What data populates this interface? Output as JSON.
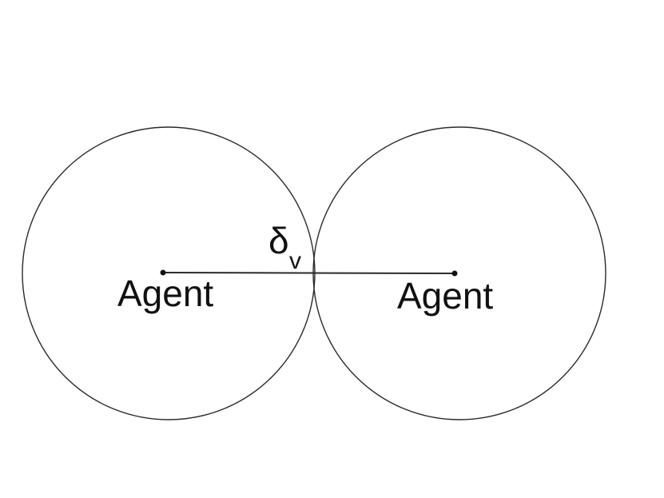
{
  "agents": [
    {
      "label": "Agent"
    },
    {
      "label": "Agent"
    }
  ],
  "distance": {
    "symbol": "δ",
    "subscript": "v"
  },
  "colors": {
    "stroke": "#2a2a2a",
    "text": "#111111",
    "background": "#ffffff"
  }
}
